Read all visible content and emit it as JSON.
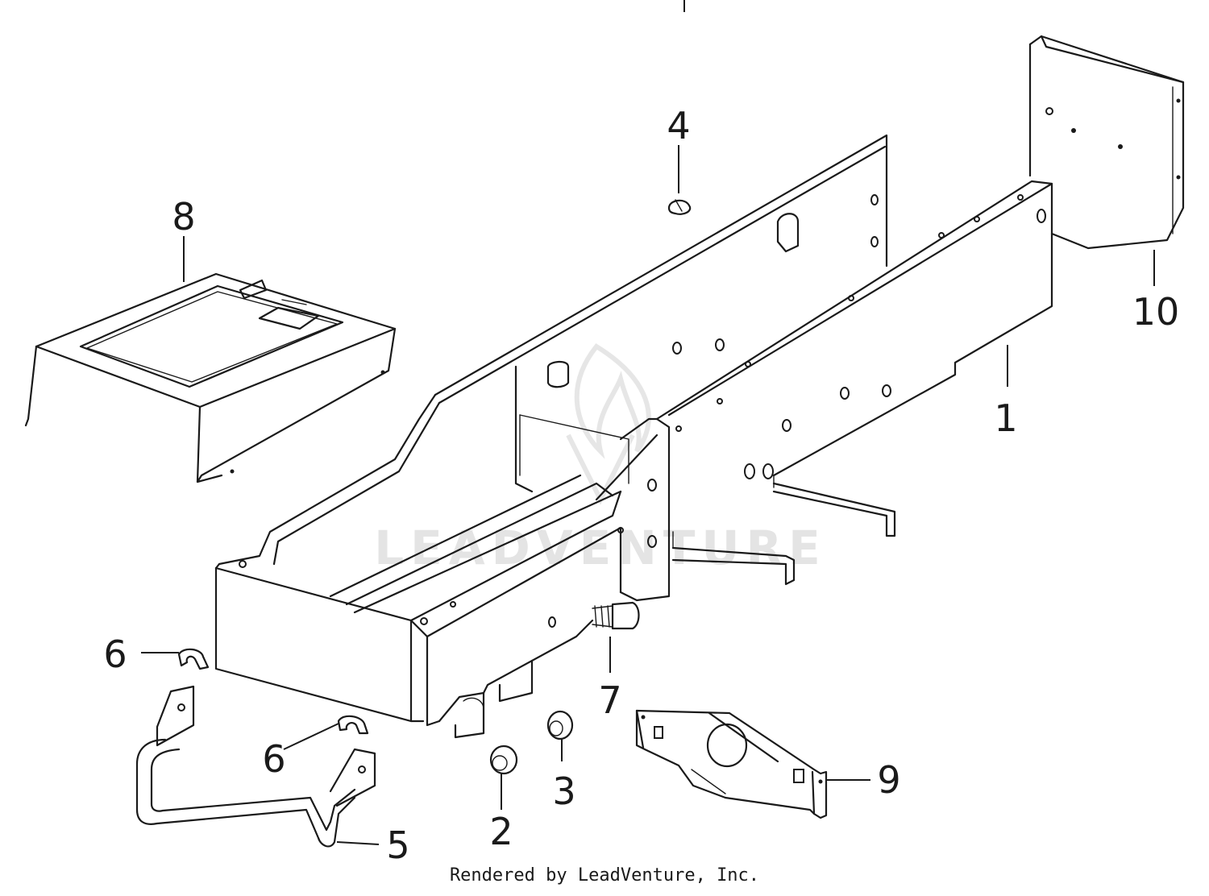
{
  "watermark": {
    "text": "LEADVENTURE"
  },
  "callouts": [
    {
      "id": "1",
      "label": "1"
    },
    {
      "id": "2",
      "label": "2"
    },
    {
      "id": "3",
      "label": "3"
    },
    {
      "id": "4",
      "label": "4"
    },
    {
      "id": "5",
      "label": "5"
    },
    {
      "id": "6a",
      "label": "6"
    },
    {
      "id": "6b",
      "label": "6"
    },
    {
      "id": "7",
      "label": "7"
    },
    {
      "id": "8",
      "label": "8"
    },
    {
      "id": "9",
      "label": "9"
    },
    {
      "id": "10",
      "label": "10"
    }
  ],
  "footer": {
    "credit": "Rendered by LeadVenture, Inc."
  }
}
